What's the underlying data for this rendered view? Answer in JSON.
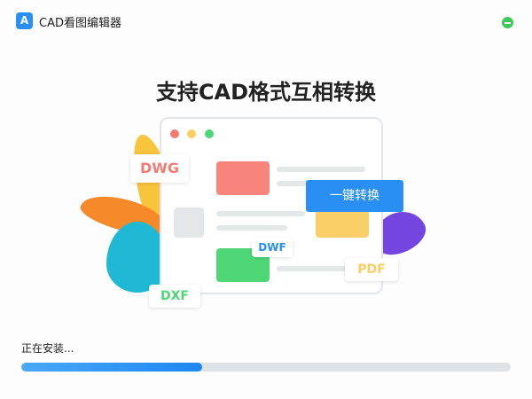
{
  "app": {
    "logo_text": "A",
    "title": "CAD看图编辑器",
    "minimize_icon": "minus-circle-icon"
  },
  "headline": "支持CAD格式互相转换",
  "illustration": {
    "tags": {
      "dwg": "DWG",
      "dwf": "DWF",
      "pdf": "PDF",
      "dxf": "DXF"
    },
    "convert_button": "一键转换"
  },
  "install": {
    "status": "正在安装...",
    "progress_percent": 37
  },
  "colors": {
    "accent": "#2a8ff5",
    "dwg": "#f47b72",
    "dxf": "#4fd677",
    "pdf": "#fbcd62",
    "dwf": "#2a8ff5"
  }
}
